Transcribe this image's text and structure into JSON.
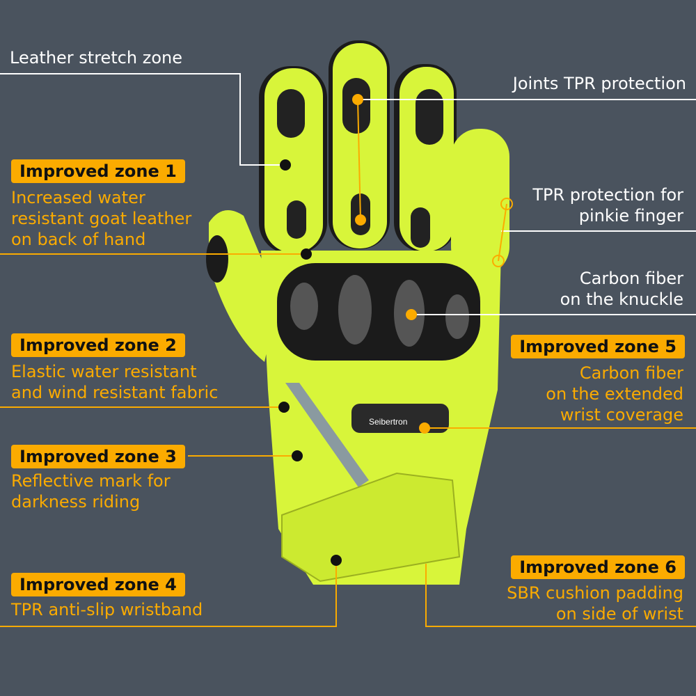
{
  "colors": {
    "background": "#4a535e",
    "accent": "#fbab00",
    "glove": "#d8f53a",
    "text_white": "#ffffff"
  },
  "brand_mark": "Seibertron",
  "callouts": {
    "leather_stretch": "Leather stretch zone",
    "joints_tpr": "Joints TPR protection",
    "pinkie": [
      "TPR protection for",
      "pinkie finger"
    ],
    "knuckle": [
      "Carbon fiber",
      "on the knuckle"
    ]
  },
  "zones": [
    {
      "title": "Improved zone 1",
      "lines": [
        "Increased water",
        "resistant goat leather",
        "on back of hand"
      ]
    },
    {
      "title": "Improved zone 2",
      "lines": [
        "Elastic water resistant",
        "and wind resistant fabric"
      ]
    },
    {
      "title": "Improved zone 3",
      "lines": [
        "Reflective mark for",
        "darkness riding"
      ]
    },
    {
      "title": "Improved zone 4",
      "lines": [
        "TPR anti-slip wristband"
      ]
    },
    {
      "title": "Improved zone 5",
      "lines": [
        "Carbon fiber",
        "on the extended",
        "wrist coverage"
      ]
    },
    {
      "title": "Improved zone 6",
      "lines": [
        "SBR cushion padding",
        "on side of wrist"
      ]
    }
  ]
}
